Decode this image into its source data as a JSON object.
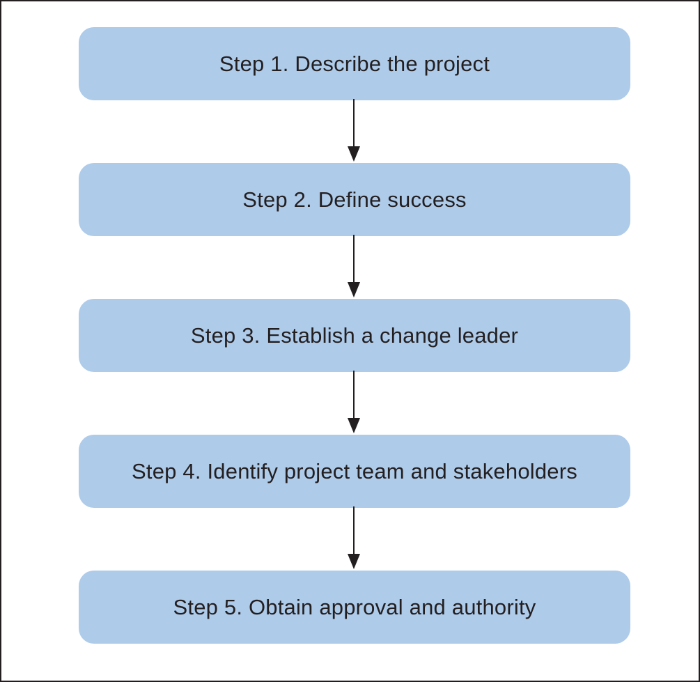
{
  "flowchart": {
    "steps": [
      {
        "label": "Step 1. Describe the project"
      },
      {
        "label": "Step 2. Define success"
      },
      {
        "label": "Step 3. Establish a change leader"
      },
      {
        "label": "Step 4. Identify project team and stakeholders"
      },
      {
        "label": "Step 5. Obtain approval and authority"
      }
    ]
  },
  "colors": {
    "box_fill": "#aecbea",
    "text": "#231f20",
    "arrow": "#231f20",
    "border": "#231f20"
  }
}
